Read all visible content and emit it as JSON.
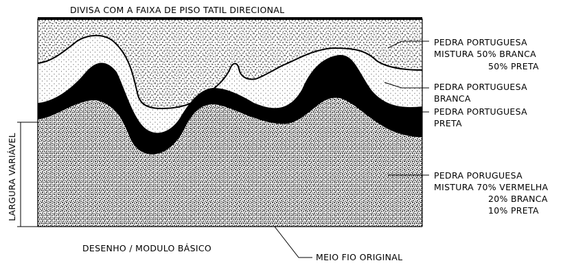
{
  "diagram": {
    "top_label": "DIVISA COM A FAIXA DE PISO TATIL DIRECIONAL",
    "bottom_left_label": "DESENHO / MODULO BÁSICO",
    "bottom_right_label": "MEIO FIO ORIGINAL",
    "side_label": "LARGURA VARIÁVEL",
    "callouts": [
      {
        "lines": [
          "PEDRA PORTUGUESA",
          "MISTURA 50% BRANCA",
          "50% PRETA"
        ]
      },
      {
        "lines": [
          "PEDRA PORTUGUESA",
          "BRANCA"
        ]
      },
      {
        "lines": [
          "PEDRA PORTUGUESA",
          "PRETA"
        ]
      },
      {
        "lines": [
          "PEDRA PORUGUESA",
          "MISTURA 70% VERMELHA",
          "20% BRANCA",
          "10% PRETA"
        ]
      }
    ]
  }
}
